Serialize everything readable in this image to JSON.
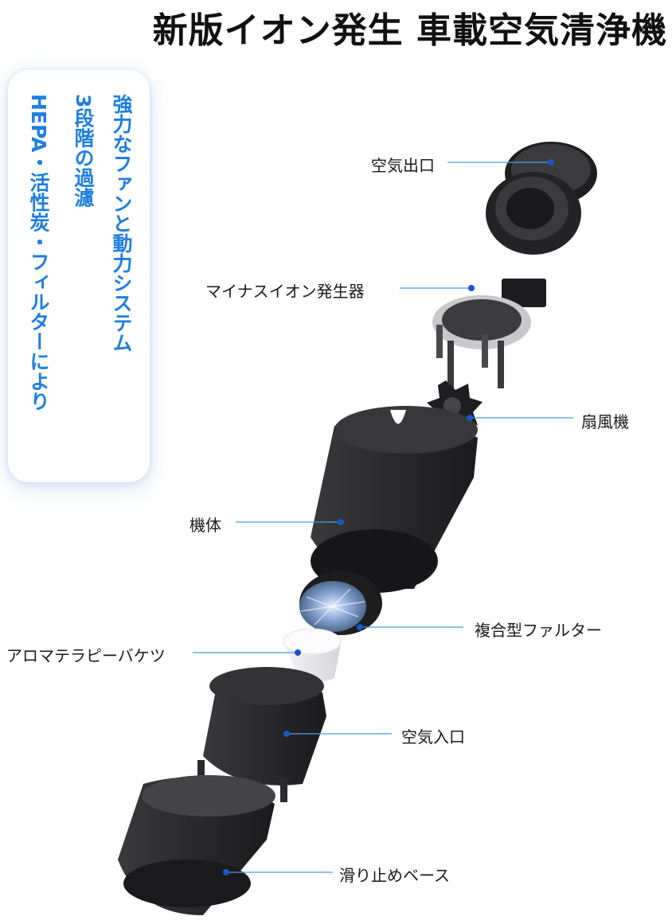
{
  "title": "新版イオン発生 車載空気清浄機",
  "features": [
    "強力なファンと動力システム",
    "3段階の過濾",
    "HEPA・活性炭・フィルターにより"
  ],
  "labels": {
    "air_outlet": "空気出口",
    "ion_generator": "マイナスイオン発生器",
    "fan": "扇風機",
    "body": "機体",
    "composite_filter": "複合型ファルター",
    "aroma_bucket": "アロマテラピーバケツ",
    "air_inlet": "空気入口",
    "base": "滑り止めベース"
  },
  "colors": {
    "accent": "#1f7fe0",
    "callout_line": "#4a9be8",
    "callout_dot": "#1a56c8",
    "product": "#2b2b2d"
  }
}
